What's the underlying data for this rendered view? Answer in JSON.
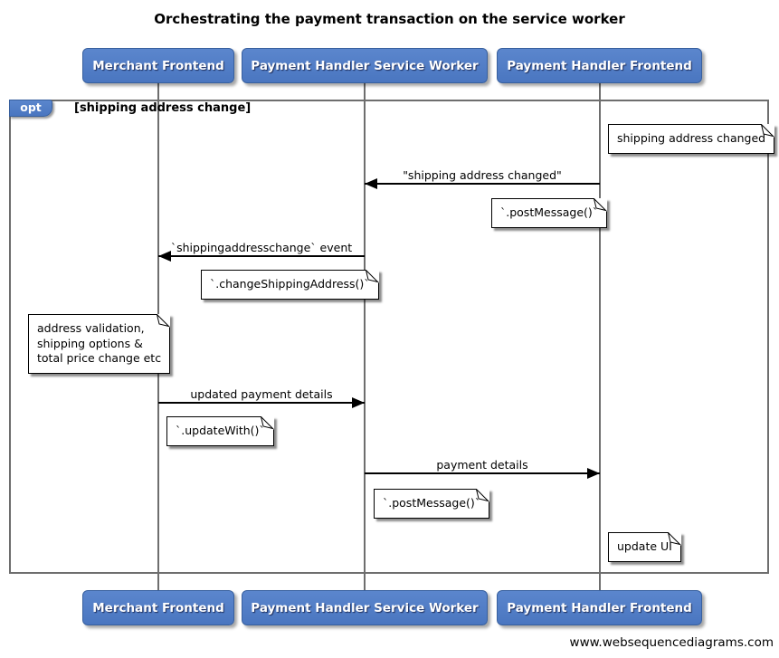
{
  "title": "Orchestrating the payment transaction on the service worker",
  "watermark": "www.websequencediagrams.com",
  "colors": {
    "participant_fill": "#4e7ac4",
    "participant_border": "#38609e",
    "lifeline": "#6e6e6e",
    "fragment_border": "#6e6e6e",
    "arrow": "#000000",
    "note_fill": "#ffffff"
  },
  "participants": [
    {
      "label": "Merchant Frontend"
    },
    {
      "label": "Payment Handler Service Worker"
    },
    {
      "label": "Payment Handler Frontend"
    }
  ],
  "fragment": {
    "operator": "opt",
    "condition": "[shipping address change]"
  },
  "messages": [
    {
      "label": "\"shipping address changed\"",
      "from": "Payment Handler Frontend",
      "to": "Payment Handler Service Worker",
      "direction": "left"
    },
    {
      "label": "`shippingaddresschange` event",
      "from": "Payment Handler Service Worker",
      "to": "Merchant Frontend",
      "direction": "left"
    },
    {
      "label": "updated payment details",
      "from": "Merchant Frontend",
      "to": "Payment Handler Service Worker",
      "direction": "right"
    },
    {
      "label": "payment details",
      "from": "Payment Handler Service Worker",
      "to": "Payment Handler Frontend",
      "direction": "right"
    }
  ],
  "notes": [
    {
      "text": "shipping address changed",
      "anchor": "right of Payment Handler Frontend"
    },
    {
      "text": "`.postMessage()`",
      "anchor": "left of Payment Handler Frontend"
    },
    {
      "text": "`.changeShippingAddress()`",
      "anchor": "left of Payment Handler Service Worker"
    },
    {
      "text": "address validation,\nshipping options &\ntotal price change etc",
      "anchor": "left of Merchant Frontend"
    },
    {
      "text": "`.updateWith()`",
      "anchor": "right of Merchant Frontend"
    },
    {
      "text": "`.postMessage()`",
      "anchor": "right of Payment Handler Service Worker"
    },
    {
      "text": "update UI",
      "anchor": "right of Payment Handler Frontend"
    }
  ]
}
